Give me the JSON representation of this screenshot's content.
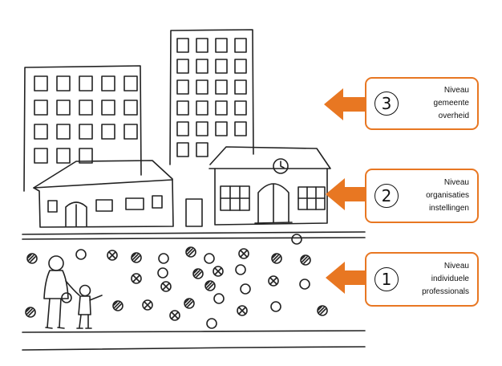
{
  "levels": [
    {
      "number": "3",
      "lines": [
        "Niveau",
        "gemeente",
        "overheid"
      ]
    },
    {
      "number": "2",
      "lines": [
        "Niveau",
        "organisaties",
        "instellingen"
      ]
    },
    {
      "number": "1",
      "lines": [
        "Niveau",
        "individuele",
        "professionals"
      ]
    }
  ],
  "colors": {
    "accent": "#e87722",
    "ink": "#222222"
  },
  "icons": {
    "arrow": "orange-left-arrow-icon",
    "clock": "clock-icon"
  }
}
